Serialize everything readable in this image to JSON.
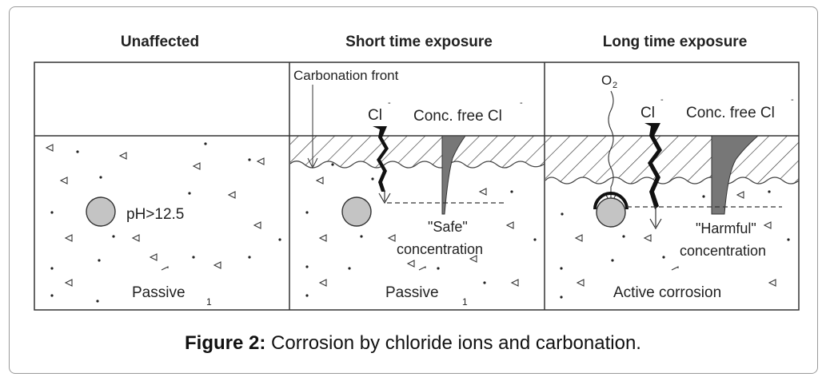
{
  "panels": [
    {
      "title": "Unaffected",
      "labels": {
        "ph": "pH>12.5",
        "state": "Passive"
      }
    },
    {
      "title": "Short time exposure",
      "labels": {
        "front": "Carbonation front",
        "ion": "Cl",
        "ion_sup": "-",
        "conc": "Conc. free Cl",
        "conc_sup": "-",
        "safe_line1": "\"Safe\"",
        "safe_line2": "concentration",
        "state": "Passive"
      }
    },
    {
      "title": "Long time exposure",
      "labels": {
        "oxygen": "O",
        "oxygen_sub": "2",
        "ion": "Cl",
        "ion_sup": "-",
        "conc": "Conc. free Cl",
        "conc_sup": "-",
        "harm_line1": "\"Harmful\"",
        "harm_line2": "concentration",
        "state": "Active corrosion"
      }
    }
  ],
  "caption": {
    "label": "Figure 2:",
    "text": " Corrosion by chloride ions and carbonation."
  }
}
